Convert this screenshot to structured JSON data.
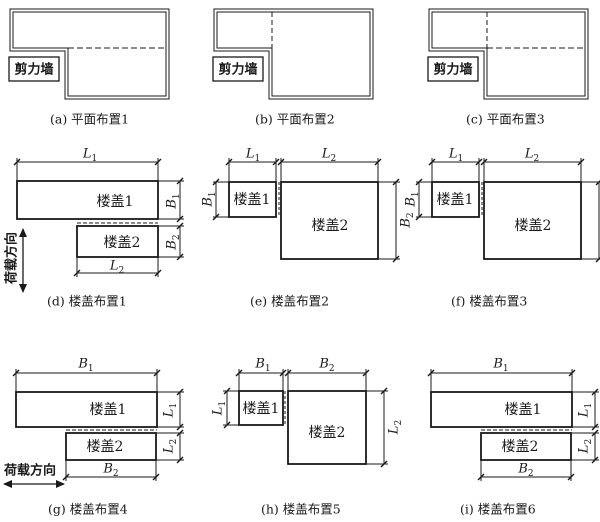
{
  "shear_wall_label": "剪力墙",
  "load_direction_label": "荷载方向",
  "floor1_label": "楼盖1",
  "floor2_label": "楼盖2",
  "dims": {
    "L": "L",
    "B": "B",
    "one": "1",
    "two": "2"
  },
  "captions": {
    "a": "(a)  平面布置1",
    "b": "(b)  平面布置2",
    "c": "(c)  平面布置3",
    "d": "(d)   楼盖布置1",
    "e": "(e)   楼盖布置2",
    "f": "(f)   楼盖布置3",
    "g": "(g)   楼盖布置4",
    "h": "(h)   楼盖布置5",
    "i": "(i)   楼盖布置6"
  },
  "colors": {
    "ink": "#1a1a1a"
  }
}
